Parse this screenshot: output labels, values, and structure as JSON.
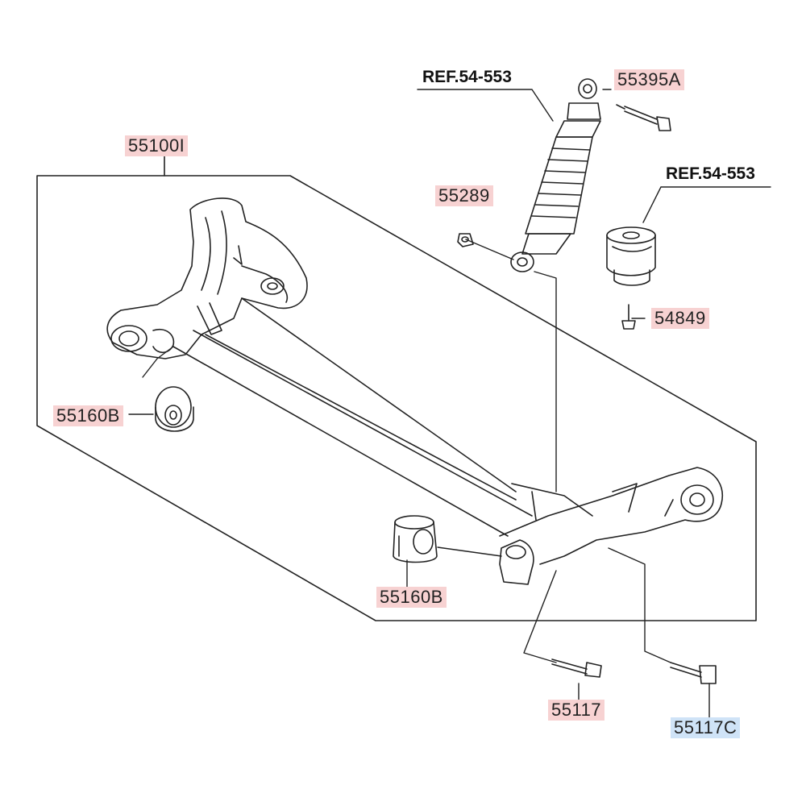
{
  "colors": {
    "label_red": "#f7d2d2",
    "label_blue": "#cfe3f7",
    "line": "#222222"
  },
  "references": [
    {
      "id": "ref_shock",
      "text": "REF.54-553"
    },
    {
      "id": "ref_bump",
      "text": "REF.54-553"
    }
  ],
  "parts": [
    {
      "id": "p55395A",
      "text": "55395A",
      "highlight": "red"
    },
    {
      "id": "p55100I",
      "text": "55100I",
      "highlight": "red"
    },
    {
      "id": "p55289",
      "text": "55289",
      "highlight": "red"
    },
    {
      "id": "p54849",
      "text": "54849",
      "highlight": "red"
    },
    {
      "id": "p55160B_left",
      "text": "55160B",
      "highlight": "red"
    },
    {
      "id": "p55160B_right",
      "text": "55160B",
      "highlight": "red"
    },
    {
      "id": "p55117",
      "text": "55117",
      "highlight": "red"
    },
    {
      "id": "p55117C",
      "text": "55117C",
      "highlight": "blue"
    }
  ]
}
